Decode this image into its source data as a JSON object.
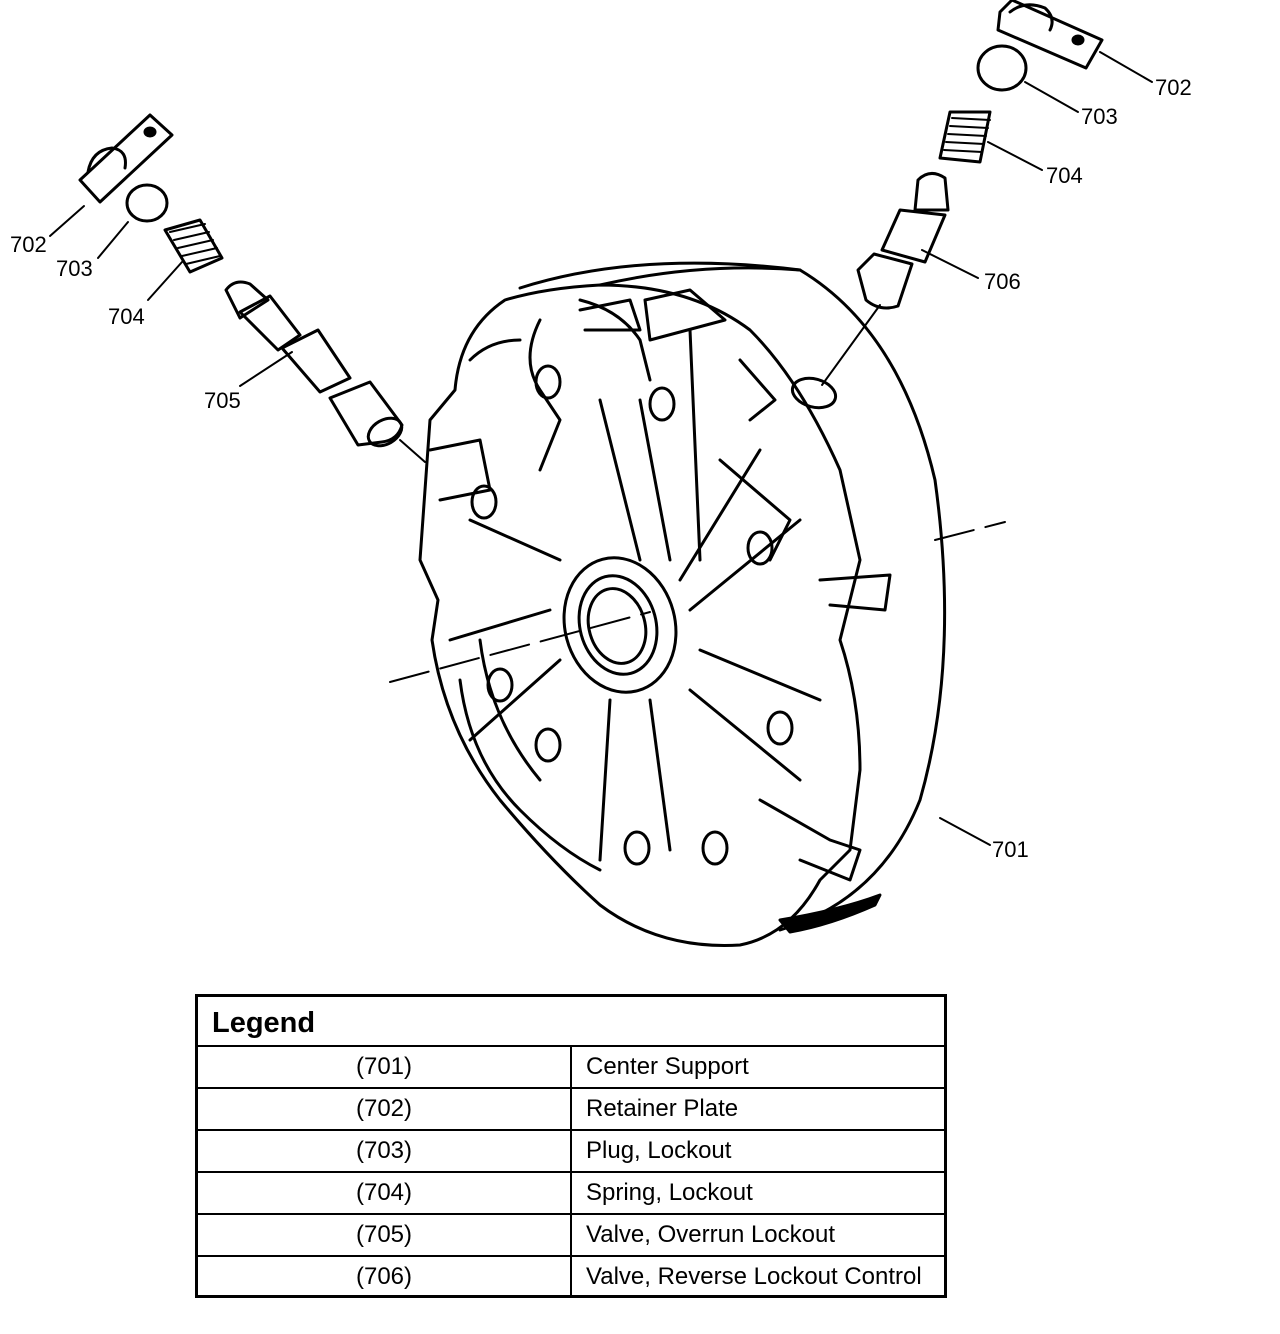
{
  "diagram": {
    "callouts": [
      {
        "id": "left-702",
        "text": "702"
      },
      {
        "id": "left-703",
        "text": "703"
      },
      {
        "id": "left-704",
        "text": "704"
      },
      {
        "id": "left-705",
        "text": "705"
      },
      {
        "id": "right-702",
        "text": "702"
      },
      {
        "id": "right-703",
        "text": "703"
      },
      {
        "id": "right-704",
        "text": "704"
      },
      {
        "id": "right-706",
        "text": "706"
      },
      {
        "id": "center-701",
        "text": "701"
      }
    ]
  },
  "legend": {
    "title": "Legend",
    "rows": [
      {
        "code": "(701)",
        "description": "Center Support"
      },
      {
        "code": "(702)",
        "description": "Retainer Plate"
      },
      {
        "code": "(703)",
        "description": "Plug, Lockout"
      },
      {
        "code": "(704)",
        "description": "Spring, Lockout"
      },
      {
        "code": "(705)",
        "description": "Valve, Overrun Lockout"
      },
      {
        "code": "(706)",
        "description": "Valve, Reverse Lockout Control"
      }
    ]
  }
}
